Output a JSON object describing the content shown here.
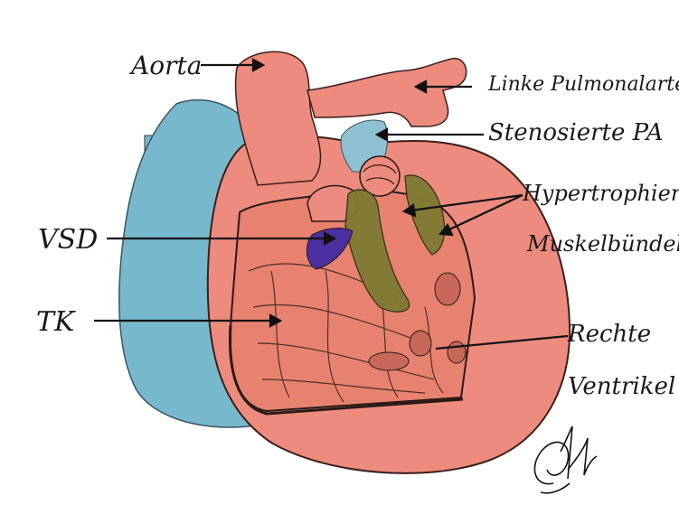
{
  "labels": {
    "aorta": "Aorta",
    "left_pa": "Linke Pulmonalarterie",
    "stenotic_pa": "Stenosierte PA",
    "hypertrophied_1": "Hypertrophierte",
    "hypertrophied_2": "Muskelbündel",
    "vsd": "VSD",
    "tk": "TK",
    "rv_1": "Rechte",
    "rv_2": "Ventrikel"
  },
  "colors": {
    "heart": "#ec8b7e",
    "vessel_blue": "#78b8cc",
    "muscle": "#7e7a33",
    "vsd": "#4a2fa0",
    "outline": "#2a1a18"
  },
  "icons": {
    "signature": "signature-mark"
  }
}
